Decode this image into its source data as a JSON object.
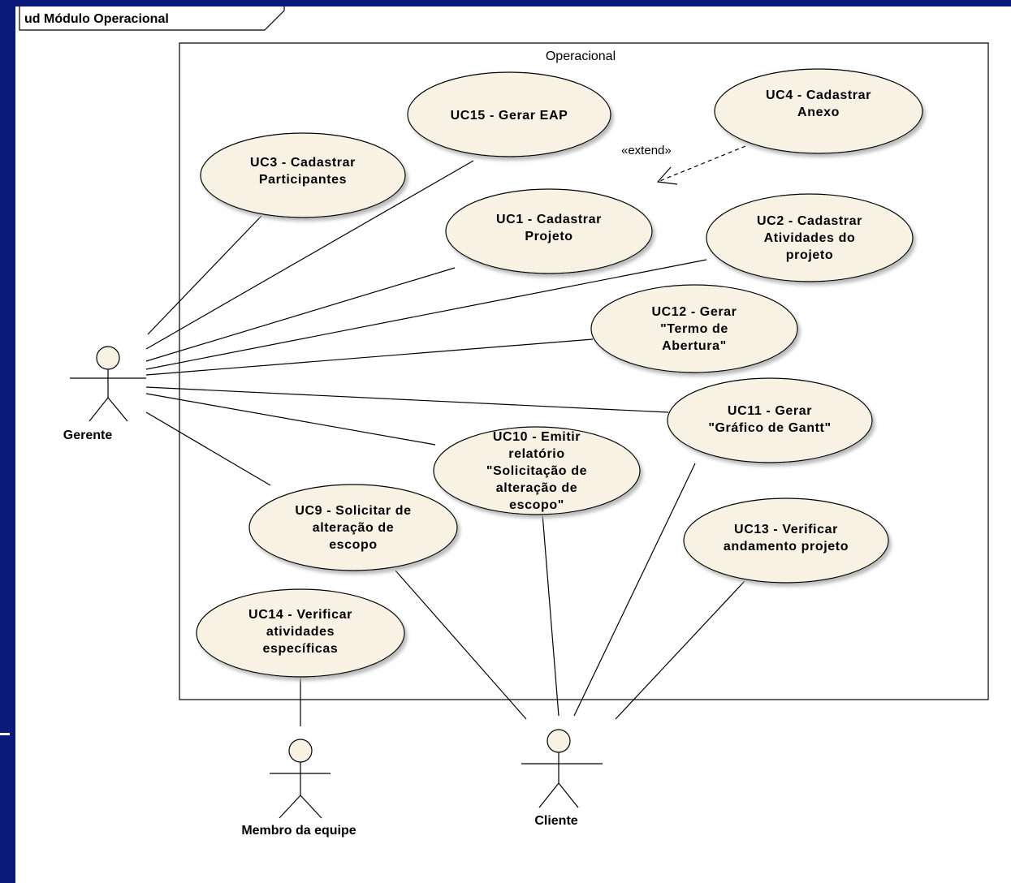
{
  "frame": {
    "title": "ud Módulo Operacional"
  },
  "boundary": {
    "label": "Operacional"
  },
  "extend": {
    "label": "«extend»"
  },
  "use_cases": [
    {
      "id": "uc15",
      "lines": [
        "UC15 - Gerar EAP"
      ]
    },
    {
      "id": "uc4",
      "lines": [
        "UC4 - Cadastrar",
        "Anexo"
      ]
    },
    {
      "id": "uc3",
      "lines": [
        "UC3 - Cadastrar",
        "Participantes"
      ]
    },
    {
      "id": "uc1",
      "lines": [
        "UC1 - Cadastrar",
        "Projeto"
      ]
    },
    {
      "id": "uc2",
      "lines": [
        "UC2 - Cadastrar",
        "Atividades do",
        "projeto"
      ]
    },
    {
      "id": "uc12",
      "lines": [
        "UC12 - Gerar",
        "\"Termo de",
        "Abertura\""
      ]
    },
    {
      "id": "uc11",
      "lines": [
        "UC11 - Gerar",
        "\"Gráfico de Gantt\""
      ]
    },
    {
      "id": "uc10",
      "lines": [
        "UC10 - Emitir",
        "relatório",
        "\"Solicitação de",
        "alteração de",
        "escopo\""
      ]
    },
    {
      "id": "uc9",
      "lines": [
        "UC9 - Solicitar de",
        "alteração de",
        "escopo"
      ]
    },
    {
      "id": "uc13",
      "lines": [
        "UC13 - Verificar",
        "andamento projeto"
      ]
    },
    {
      "id": "uc14",
      "lines": [
        "UC14 - Verificar",
        "atividades",
        "específicas"
      ]
    }
  ],
  "actors": [
    {
      "id": "gerente",
      "label": "Gerente"
    },
    {
      "id": "cliente",
      "label": "Cliente"
    },
    {
      "id": "membro",
      "label": "Membro da equipe"
    }
  ],
  "colors": {
    "ellipse_fill": "#f7f2e4",
    "background_band": "#0a1a7a",
    "line": "#000000"
  }
}
